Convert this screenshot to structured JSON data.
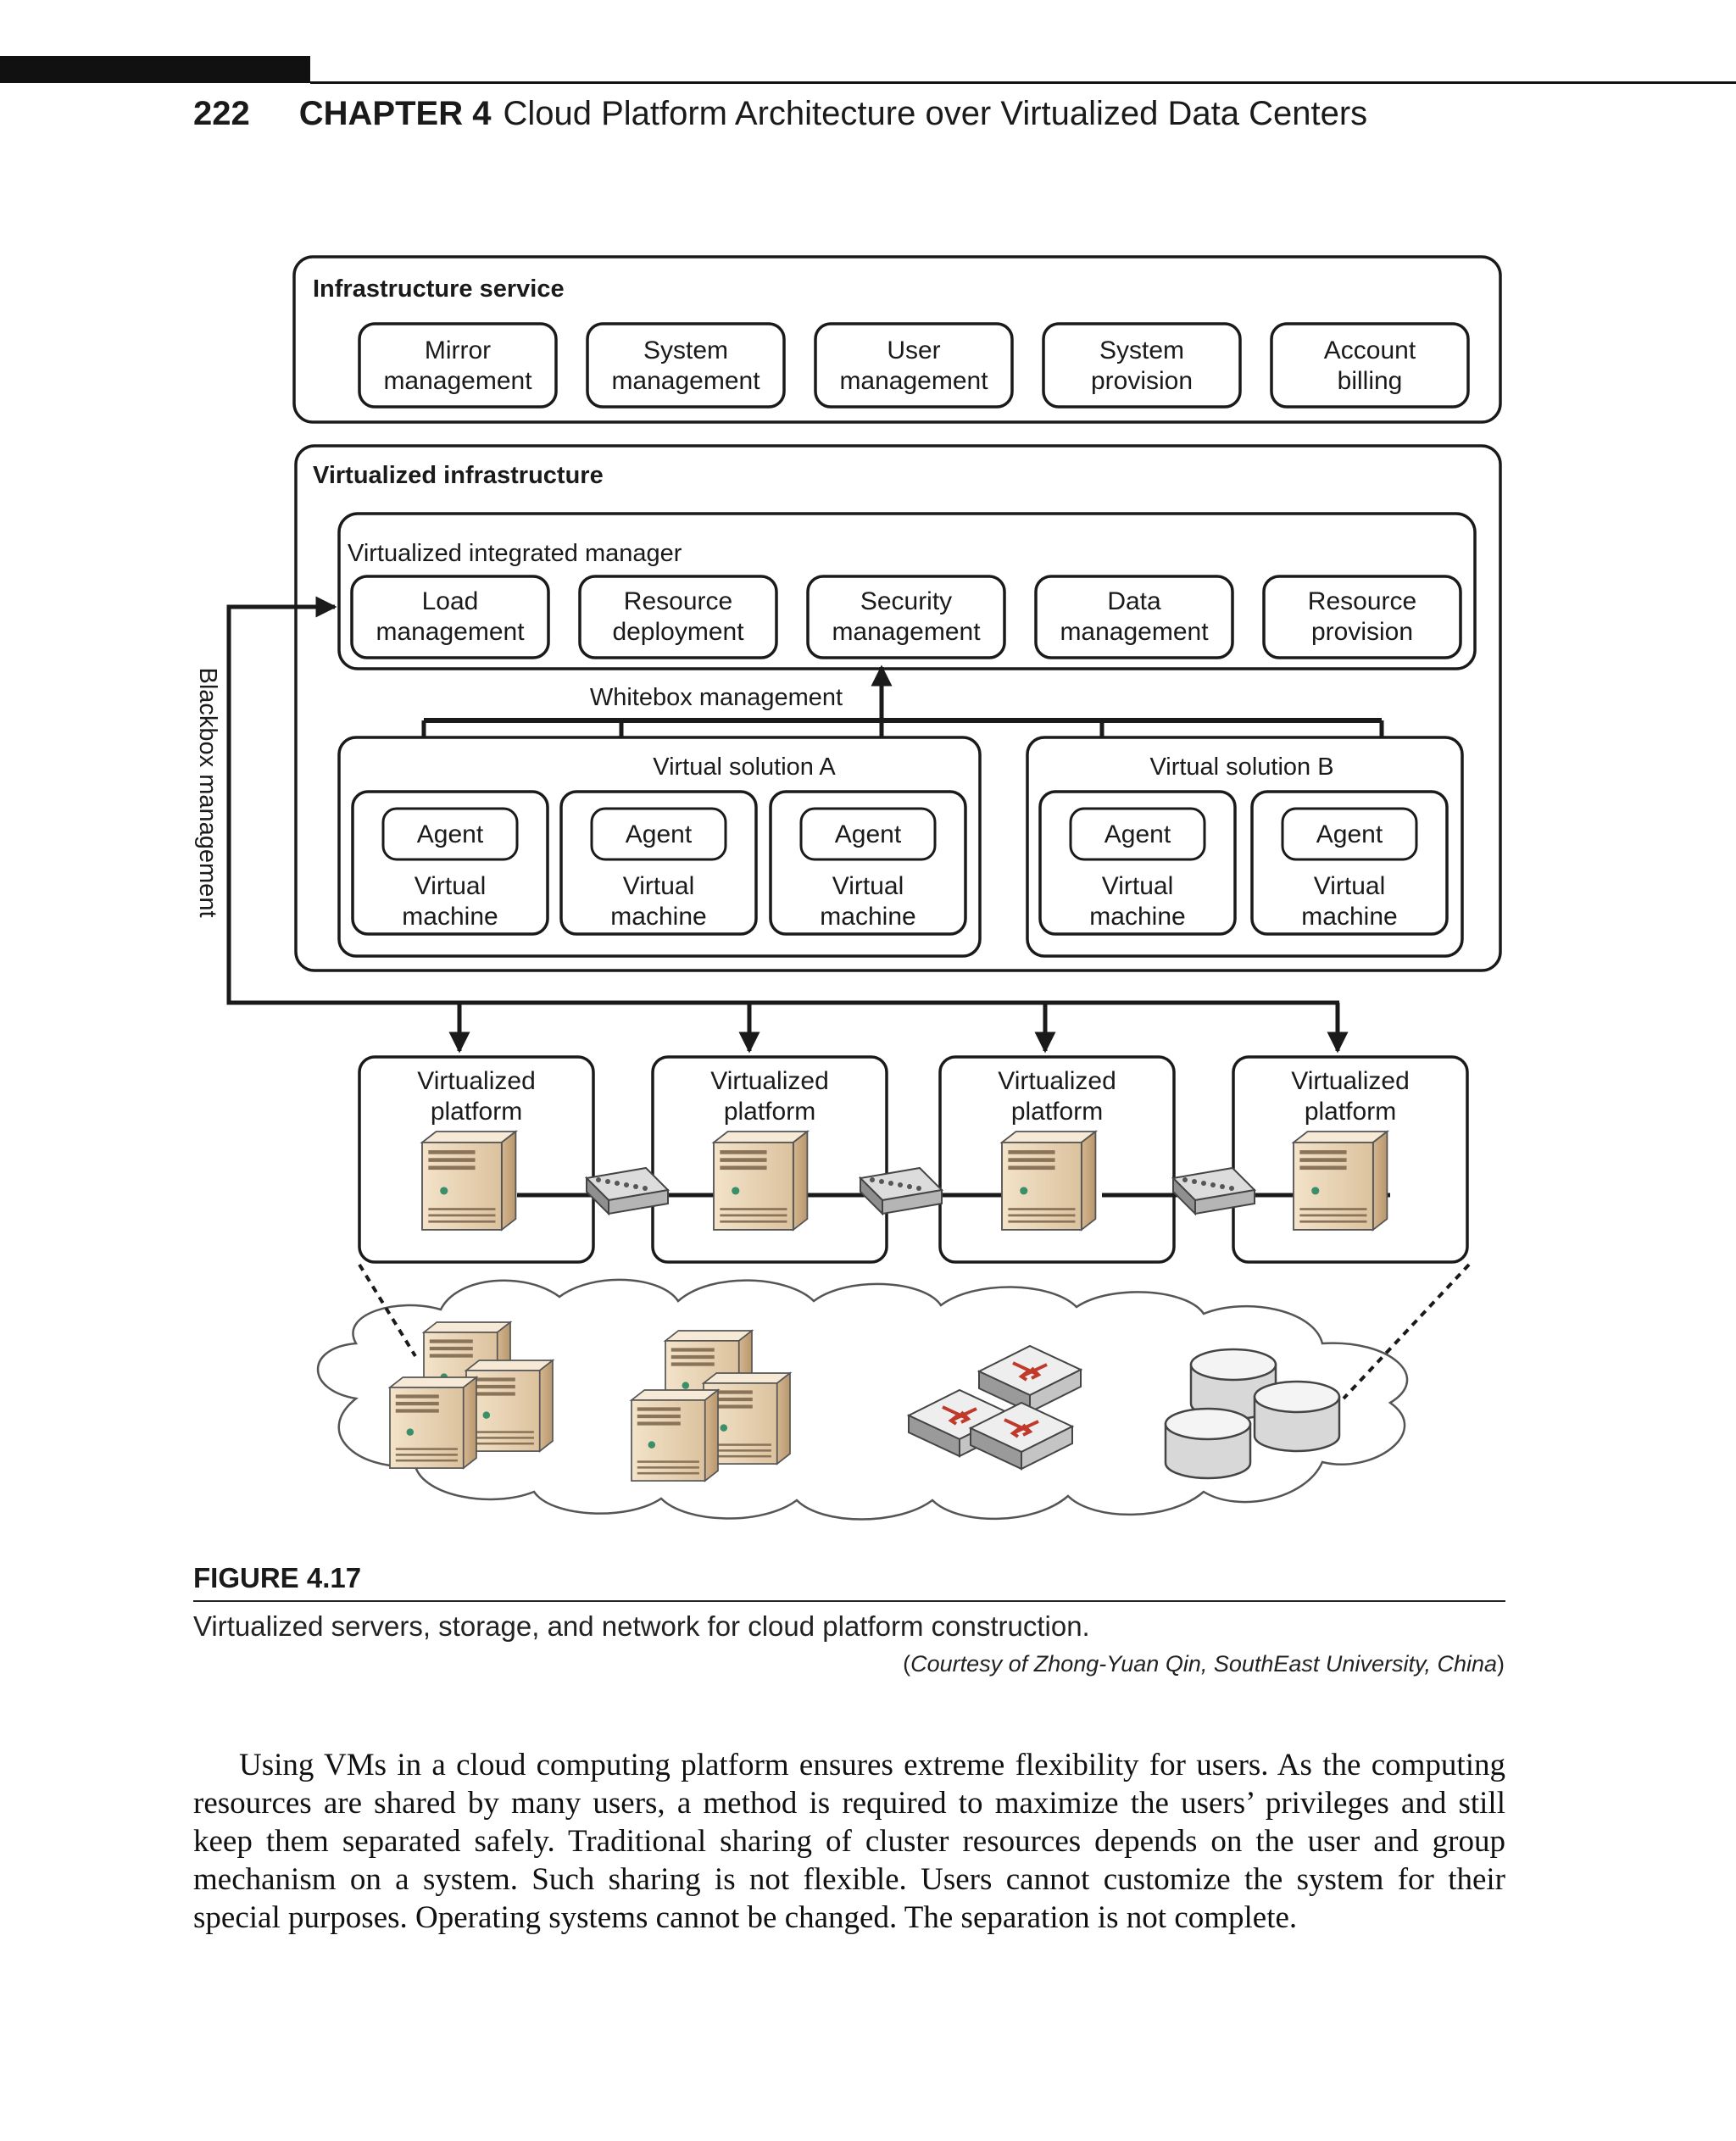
{
  "header": {
    "page_number": "222",
    "chapter_label": "CHAPTER 4",
    "chapter_title": "Cloud Platform Architecture over Virtualized Data Centers"
  },
  "figure": {
    "infrastructure_service": {
      "title": "Infrastructure service",
      "boxes": [
        [
          "Mirror",
          "management"
        ],
        [
          "System",
          "management"
        ],
        [
          "User",
          "management"
        ],
        [
          "System",
          "provision"
        ],
        [
          "Account",
          "billing"
        ]
      ]
    },
    "virtualized_infrastructure": {
      "title": "Virtualized infrastructure",
      "integrated_manager": {
        "title": "Virtualized integrated manager",
        "boxes": [
          [
            "Load",
            "management"
          ],
          [
            "Resource",
            "deployment"
          ],
          [
            "Security",
            "management"
          ],
          [
            "Data",
            "management"
          ],
          [
            "Resource",
            "provision"
          ]
        ]
      },
      "whitebox_label": "Whitebox management",
      "solution_a": {
        "title": "Virtual solution A"
      },
      "solution_b": {
        "title": "Virtual solution B"
      },
      "agent_label": "Agent",
      "vm_label": [
        "Virtual",
        "machine"
      ]
    },
    "blackbox_label": "Blackbox management",
    "platform_label": [
      "Virtualized",
      "platform"
    ],
    "colors": {
      "line": "#1a1a1a",
      "server": "#e8d3b3",
      "server_dark": "#c9ab84",
      "network_red": "#c0392b"
    }
  },
  "caption": {
    "label": "FIGURE 4.17",
    "text": "Virtualized servers, storage, and network for cloud platform construction.",
    "courtesy_open": "(",
    "courtesy": "Courtesy of Zhong-Yuan Qin, SouthEast University, China",
    "courtesy_close": ")"
  },
  "body_paragraph": "Using VMs in a cloud computing platform ensures extreme flexibility for users. As the computing resources are shared by many users, a method is required to maximize the users’ privileges and still keep them separated safely. Traditional sharing of cluster resources depends on the user and group mechanism on a system. Such sharing is not flexible. Users cannot customize the system for their special purposes. Operating systems cannot be changed. The separation is not complete."
}
